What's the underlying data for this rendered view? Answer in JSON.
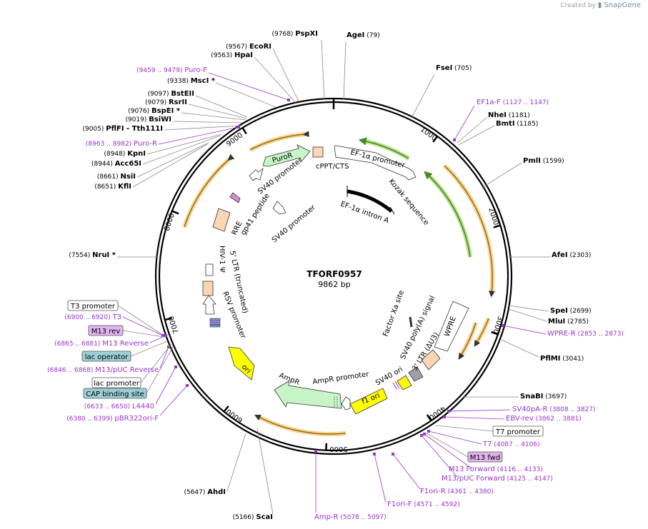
{
  "credit": {
    "prefix": "Created by",
    "brand": "SnapGene"
  },
  "center": {
    "name": "TFORF0957",
    "length": "9862 bp"
  },
  "colors": {
    "orange": "#f5b043",
    "green": "#6cae2e",
    "purple": "#9933cc",
    "yellow": "#ffff00",
    "puro": "#c8f5c8",
    "peach": "#fad6b6"
  },
  "ticks": [
    "1000",
    "2000",
    "3000",
    "4000",
    "5000",
    "6000",
    "7000",
    "8000",
    "9000"
  ],
  "enzymes": [
    {
      "name": "AgeI",
      "pos": "(79)"
    },
    {
      "name": "FseI",
      "pos": "(705)"
    },
    {
      "name": "NheI",
      "pos": "(1181)"
    },
    {
      "name": "BmtI",
      "pos": "(1185)"
    },
    {
      "name": "PmlI",
      "pos": "(1599)"
    },
    {
      "name": "AfeI",
      "pos": "(2303)"
    },
    {
      "name": "SpeI",
      "pos": "(2699)"
    },
    {
      "name": "MluI",
      "pos": "(2785)"
    },
    {
      "name": "PflMI",
      "pos": "(3041)"
    },
    {
      "name": "SnaBI",
      "pos": "(3697)"
    },
    {
      "name": "ScaI",
      "pos": "(5166)"
    },
    {
      "name": "AhdI",
      "pos": "(5647)"
    },
    {
      "name": "NruI *",
      "pos": "(7554)"
    },
    {
      "name": "KflI",
      "pos": "(8651)"
    },
    {
      "name": "NsiI",
      "pos": "(8661)"
    },
    {
      "name": "Acc65I",
      "pos": "(8944)"
    },
    {
      "name": "KpnI",
      "pos": "(8948)"
    },
    {
      "name": "PflFI - Tth111I",
      "pos": "(9005)"
    },
    {
      "name": "BsiWI",
      "pos": "(9019)"
    },
    {
      "name": "BspEI *",
      "pos": "(9076)"
    },
    {
      "name": "RsrII",
      "pos": "(9079)"
    },
    {
      "name": "BstEII",
      "pos": "(9097)"
    },
    {
      "name": "MscI *",
      "pos": "(9338)"
    },
    {
      "name": "HpaI",
      "pos": "(9563)"
    },
    {
      "name": "EcoRI",
      "pos": "(9567)"
    },
    {
      "name": "PspXI",
      "pos": "(9768)"
    }
  ],
  "primers": [
    {
      "name": "EF1a-F",
      "pos": "(1127 .. 1147)"
    },
    {
      "name": "WPRE-R",
      "pos": "(2853 .. 2873)"
    },
    {
      "name": "SV40pA-R",
      "pos": "(3808 .. 3827)"
    },
    {
      "name": "EBV-rev",
      "pos": "(3862 .. 3881)"
    },
    {
      "name": "T7",
      "pos": "(4087 .. 4106)"
    },
    {
      "name": "M13 Forward",
      "pos": "(4116 .. 4133)"
    },
    {
      "name": "M13/pUC Forward",
      "pos": "(4125 .. 4147)"
    },
    {
      "name": "F1ori-R",
      "pos": "(4361 .. 4380)"
    },
    {
      "name": "F1ori-F",
      "pos": "(4571 .. 4592)"
    },
    {
      "name": "Amp-R",
      "pos": "(5078 .. 5097)"
    },
    {
      "name": "pBR322ori-F",
      "pos": "(6380 .. 6399)"
    },
    {
      "name": "L4440",
      "pos": "(6633 .. 6650)"
    },
    {
      "name": "M13/pUC Reverse",
      "pos": "(6846 .. 6868)"
    },
    {
      "name": "M13 Reverse",
      "pos": "(6865 .. 6881)"
    },
    {
      "name": "T3",
      "pos": "(6900 .. 6920)"
    },
    {
      "name": "Puro-R",
      "pos": "(8963 .. 8982)"
    },
    {
      "name": "Puro-F",
      "pos": "(9459 .. 9479)"
    }
  ],
  "boxes": {
    "t7_promoter": "T7 promoter",
    "m13_fwd": "M13 fwd",
    "t3_promoter": "T3 promoter",
    "m13_rev": "M13 rev",
    "lac_operator": "lac operator",
    "lac_promoter": "lac promoter",
    "cap_site": "CAP binding site"
  },
  "features": {
    "puror": "PuroR",
    "sv40_promoter_1": "SV40 promoter",
    "cppt": "cPPT/CTS",
    "ef1a_promoter": "EF-1α promoter",
    "kozak": "Kozak sequence",
    "ef1a_intron": "EF-1α intron A",
    "gp41": "gp41 peptide",
    "rre": "RRE",
    "sv40_promoter_2": "SV40 promoter",
    "hiv_psi": "HIV-1 Ψ",
    "ltr5": "5' LTR (truncated)",
    "rsv": "RSV promoter",
    "factor_xa": "Factor Xa site",
    "sv40_polya": "SV40 poly(A) signal",
    "ltr3": "3' LTR (ΔU3)",
    "wpre": "WPRE",
    "sv40_ori": "SV40 ori",
    "f1_ori": "f1 ori",
    "ampr_promoter": "AmpR promoter",
    "ampr": "AmpR",
    "ori": "ori"
  }
}
